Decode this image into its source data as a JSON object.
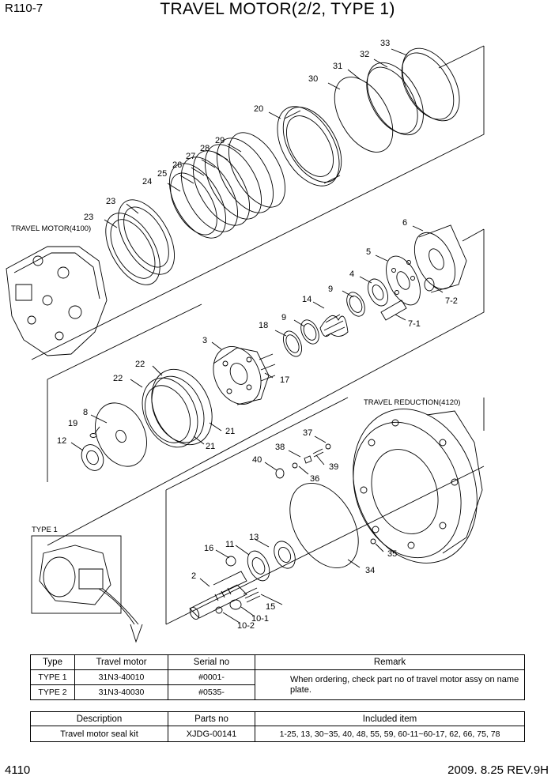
{
  "header": {
    "model": "R110-7",
    "title": "TRAVEL MOTOR(2/2, TYPE 1)"
  },
  "captions": {
    "travel_motor": "TRAVEL MOTOR(4100)",
    "travel_reduction": "TRAVEL REDUCTION(4120)",
    "type1": "TYPE 1"
  },
  "callouts": [
    "33",
    "32",
    "31",
    "30",
    "20",
    "29",
    "28",
    "27",
    "26",
    "25",
    "24",
    "23",
    "23",
    "6",
    "5",
    "4",
    "7-2",
    "9",
    "7-1",
    "14",
    "9",
    "18",
    "3",
    "17",
    "22",
    "22",
    "8",
    "19",
    "12",
    "21",
    "21",
    "37",
    "38",
    "40",
    "39",
    "36",
    "35",
    "34",
    "16",
    "11",
    "13",
    "2",
    "15",
    "10-1",
    "10-2"
  ],
  "spec_table": {
    "headers": [
      "Type",
      "Travel motor",
      "Serial no",
      "Remark"
    ],
    "rows": [
      [
        "TYPE 1",
        "31N3-40010",
        "#0001-"
      ],
      [
        "TYPE 2",
        "31N3-40030",
        "#0535-"
      ]
    ],
    "remark": "When ordering, check part no of travel motor assy on name plate."
  },
  "kit_table": {
    "headers": [
      "Description",
      "Parts no",
      "Included item"
    ],
    "row": [
      "Travel motor seal kit",
      "XJDG-00141",
      "1-25, 13, 30~35, 40, 48, 55, 59, 60-11~60-17, 62, 66, 75, 78"
    ]
  },
  "footer": {
    "page": "4110",
    "date_rev": "2009. 8.25  REV.9H"
  }
}
